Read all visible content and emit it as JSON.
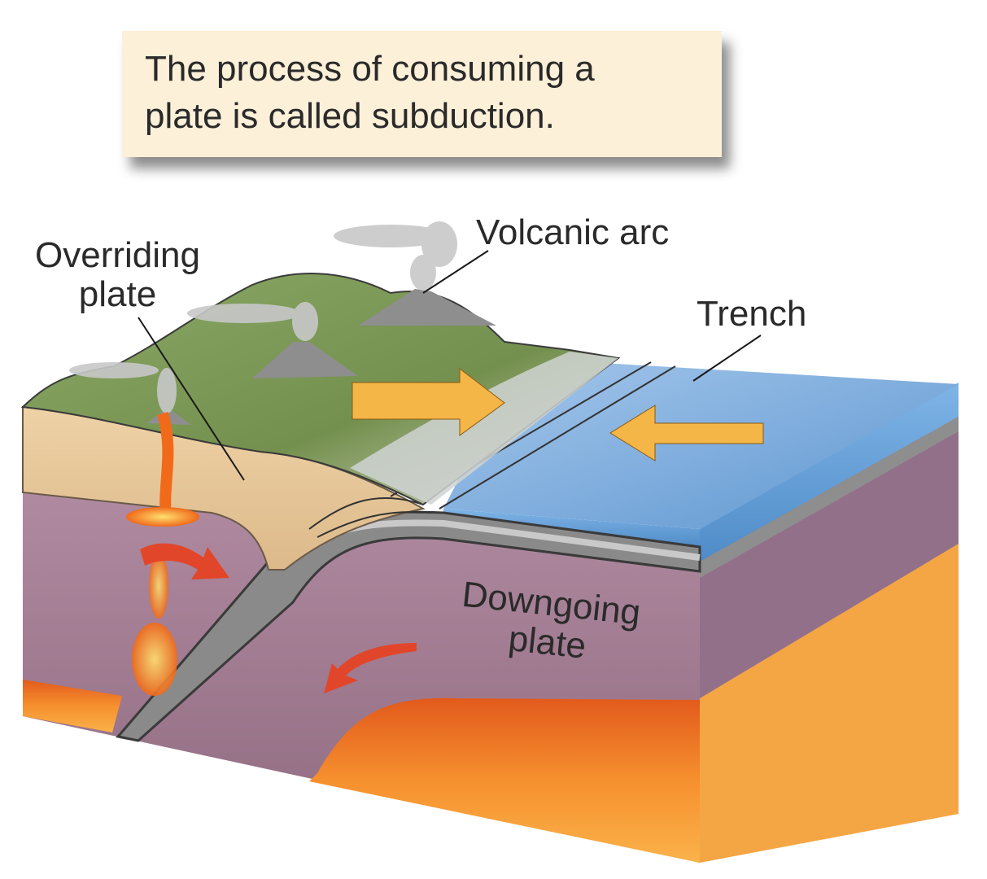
{
  "caption": {
    "line1": "The process of consuming a",
    "line2": "plate is called subduction."
  },
  "labels": {
    "overriding_line1": "Overriding",
    "overriding_line2": "plate",
    "volcanic_arc": "Volcanic arc",
    "trench": "Trench",
    "downgoing_line1": "Downgoing",
    "downgoing_line2": "plate"
  },
  "colors": {
    "caption_bg": "#fdf0d8",
    "mantle": "#a07890",
    "ocean": "#8fb8e0",
    "crust": "#e8c89a",
    "magma": "#f07a28",
    "arrow_yellow": "#f5b648",
    "arrow_red": "#e2462a",
    "land": "#7e9a58"
  }
}
